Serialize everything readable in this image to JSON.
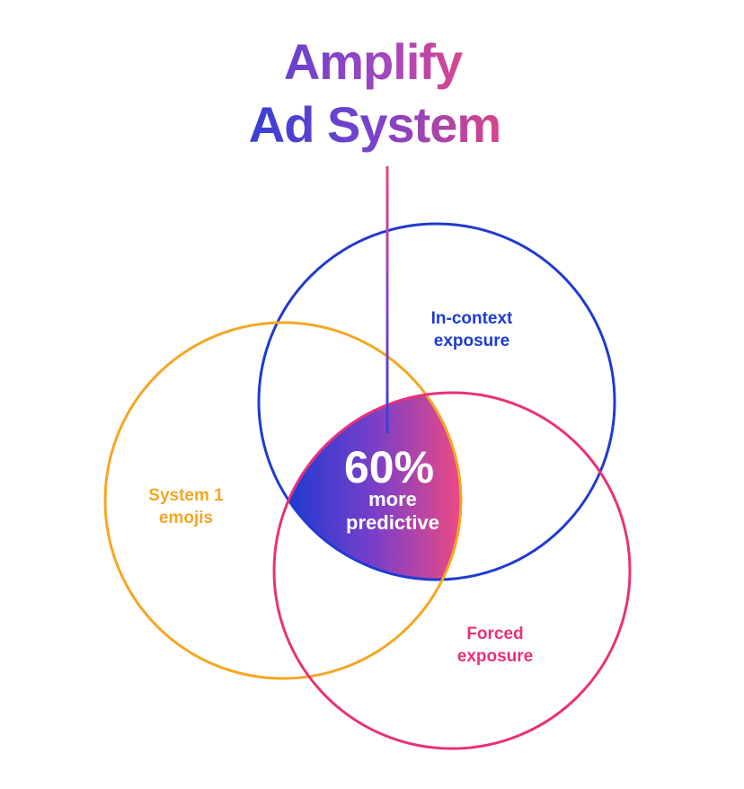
{
  "title": {
    "line1": "Amplify",
    "line2": "Ad System"
  },
  "circles": {
    "in_context": {
      "label_line1": "In-context",
      "label_line2": "exposure",
      "color": "#1f3bd1"
    },
    "system1": {
      "label_line1": "System 1",
      "label_line2": "emojis",
      "color": "#f5a623"
    },
    "forced": {
      "label_line1": "Forced",
      "label_line2": "exposure",
      "color": "#e8317a"
    }
  },
  "center": {
    "value": "60%",
    "line1": "more",
    "line2": "predictive"
  },
  "colors": {
    "gradient_start": "#1f3bd1",
    "gradient_end": "#ef4a82",
    "title_start": "#2d3ed6",
    "title_mid": "#8a44c9",
    "title_end": "#e8457e"
  }
}
